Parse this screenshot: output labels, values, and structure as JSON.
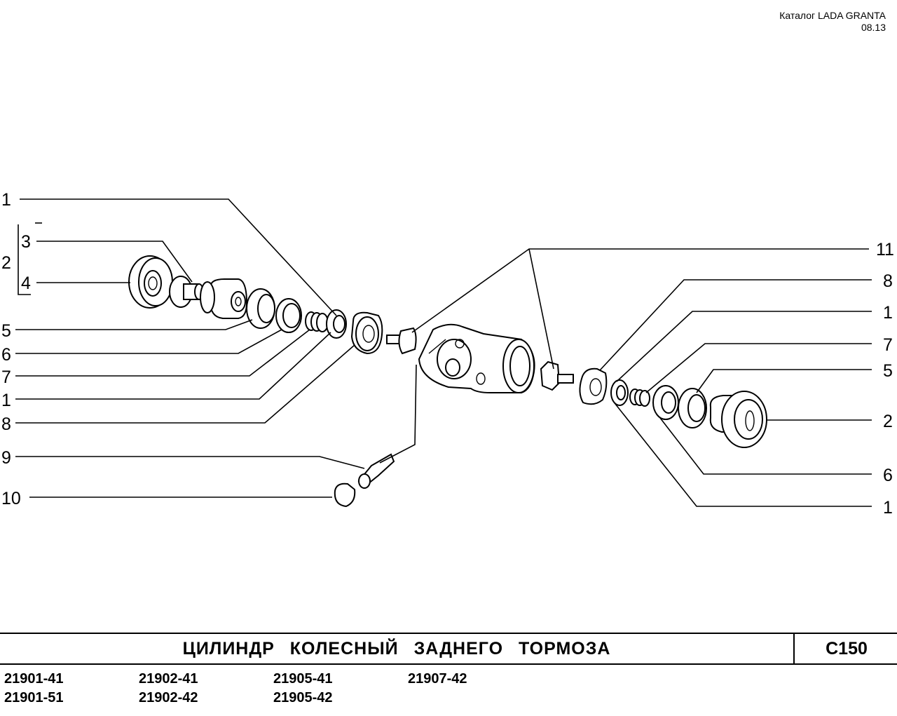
{
  "header": {
    "catalog": "Каталог  LADA  GRANTA",
    "date": "08.13"
  },
  "labels": {
    "l1a": "1",
    "l3": "3",
    "l2": "2",
    "l4": "4",
    "l5": "5",
    "l6": "6",
    "l7": "7",
    "l1b": "1",
    "l8": "8",
    "l9": "9",
    "l10": "10",
    "r11": "11",
    "r8": "8",
    "r1a": "1",
    "r7": "7",
    "r5": "5",
    "r2": "2",
    "r6": "6",
    "r1b": "1"
  },
  "footer": {
    "title": "ЦИЛИНДР  КОЛЕСНЫЙ  ЗАДНЕГО  ТОРМОЗА",
    "code": "C150",
    "models": [
      "21901-41",
      "21902-41",
      "21905-41",
      "21907-42",
      "21901-51",
      "21902-42",
      "21905-42"
    ]
  }
}
